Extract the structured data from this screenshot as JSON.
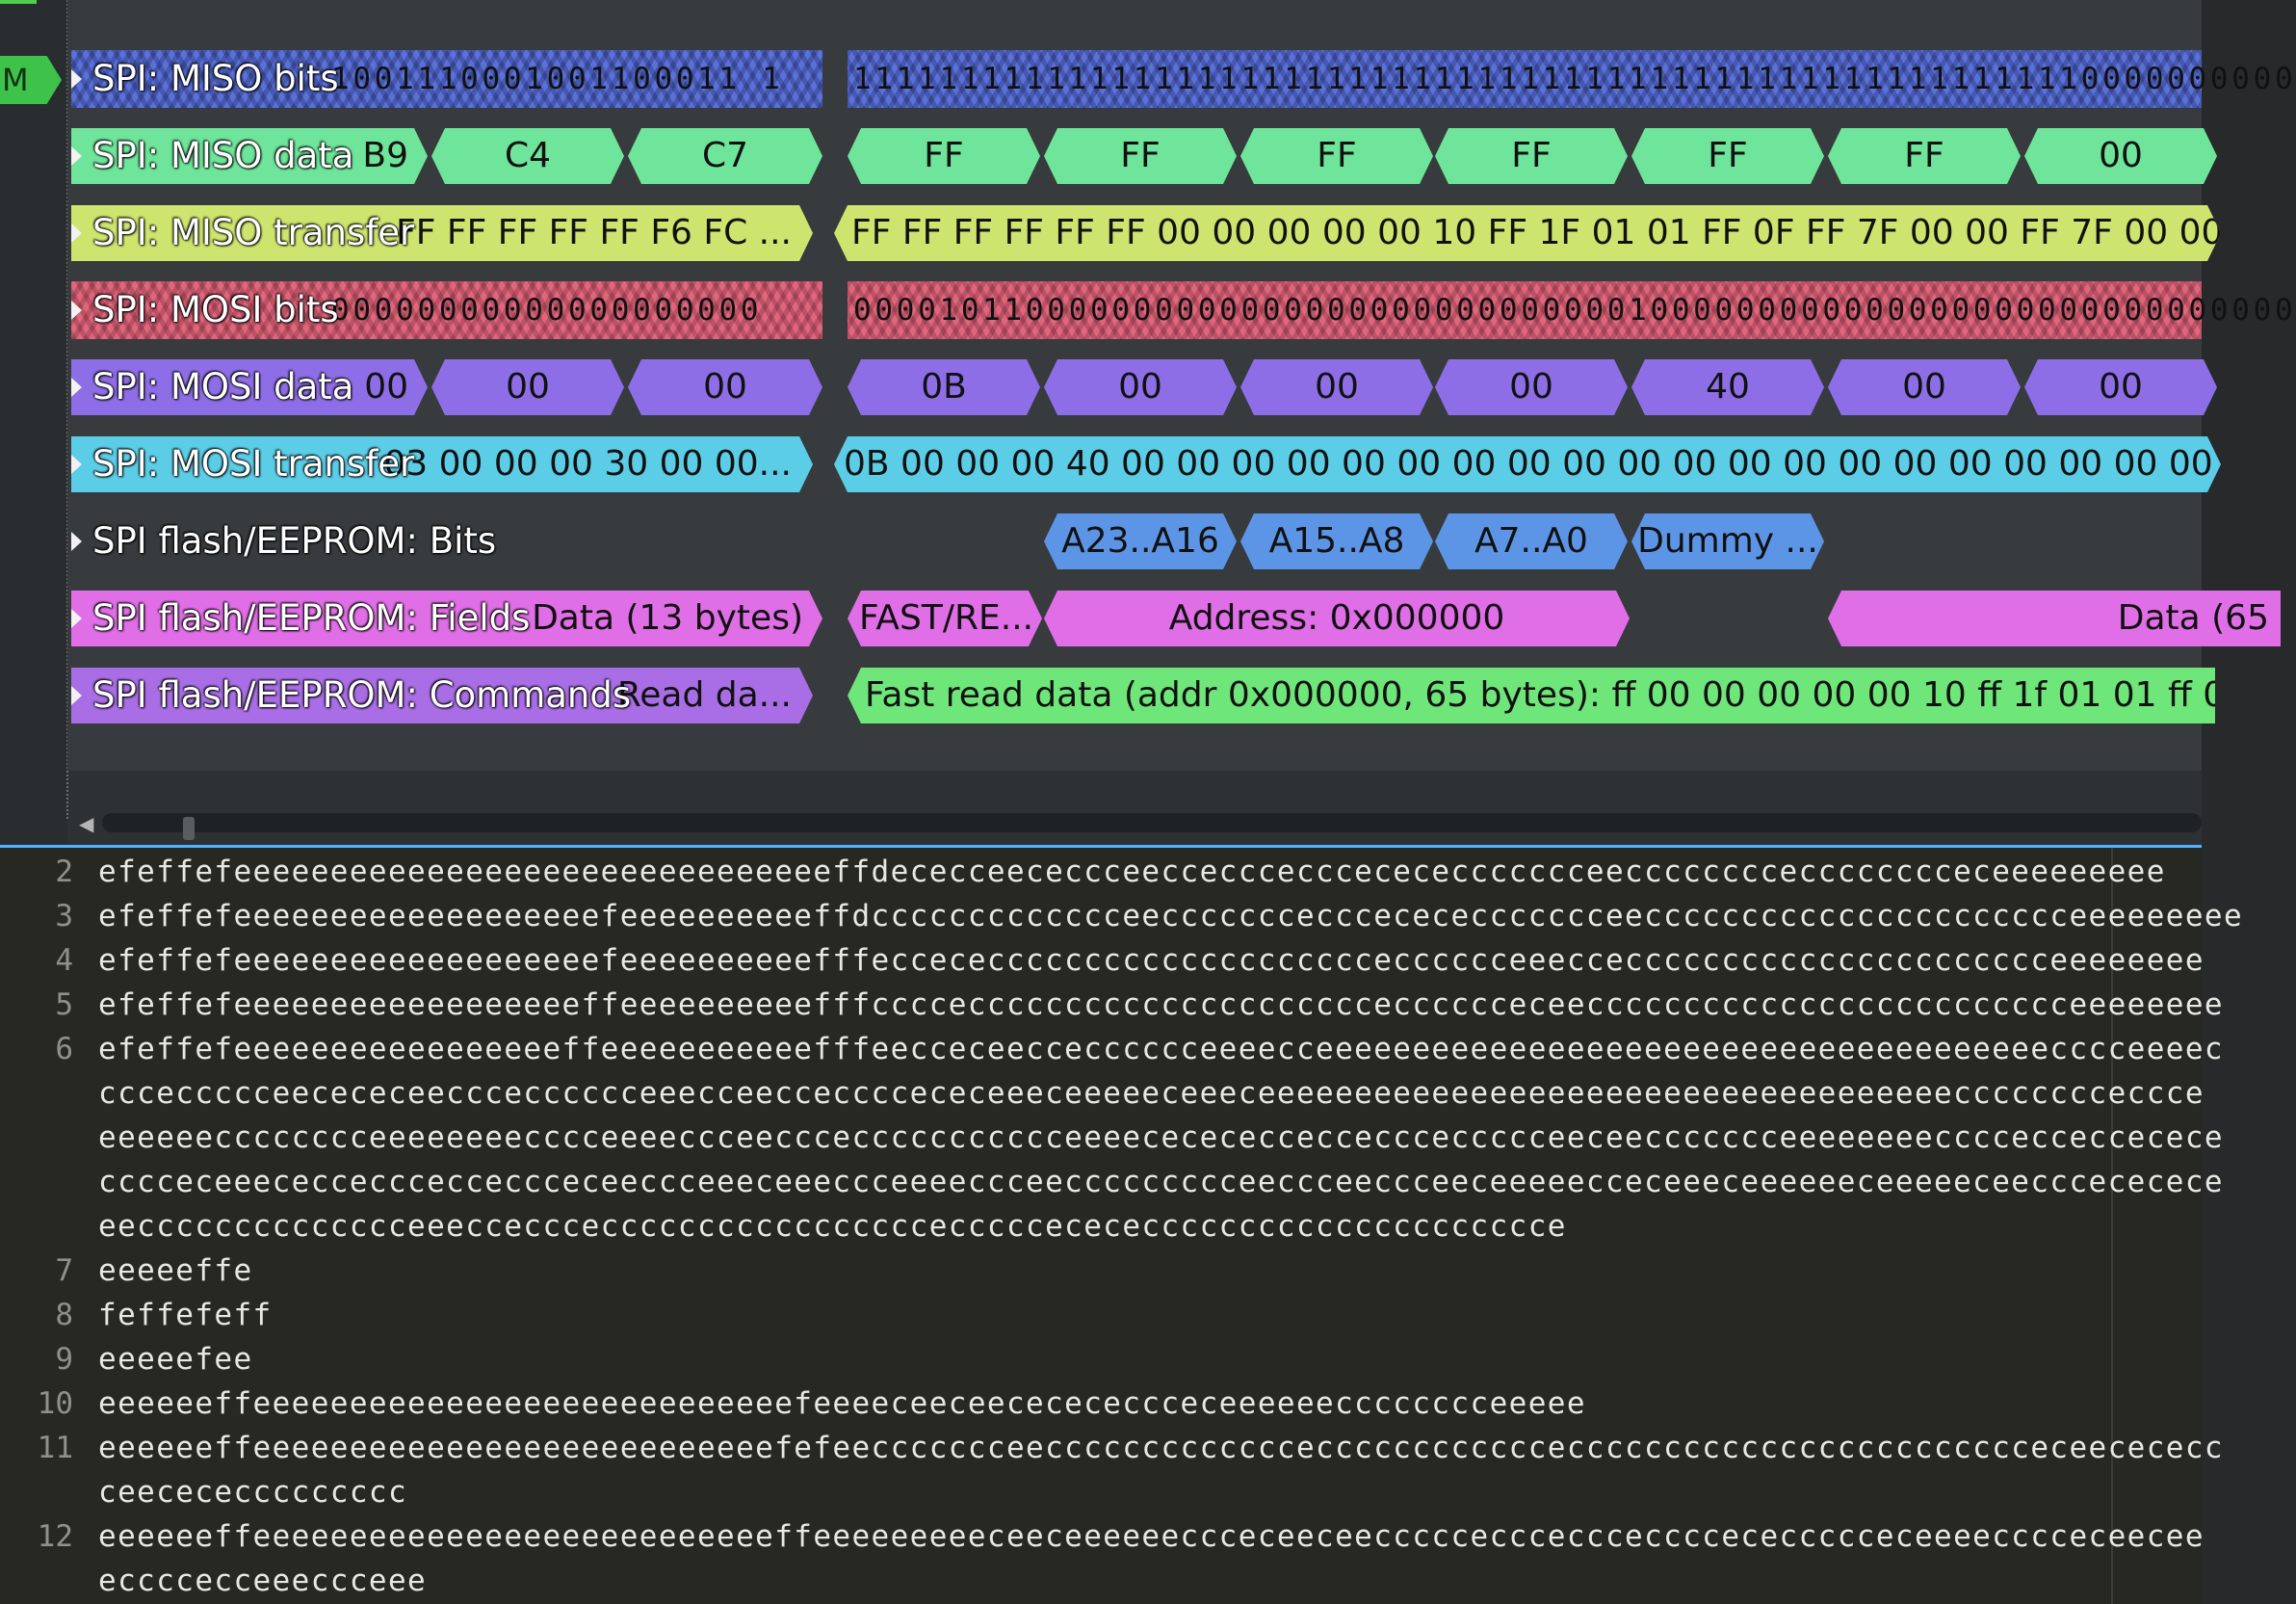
{
  "timeline": {
    "marker_label": "M",
    "rows": [
      {
        "id": "miso-bits",
        "label": "SPI: MISO bits",
        "color": "#5a71d8",
        "kind": "bits",
        "bit_groups": [
          "1001110001001100011 1",
          "1111111111111111111111111111111111111111111111111111111110000000000"
        ]
      },
      {
        "id": "miso-data",
        "label": "SPI: MISO data",
        "color": "#6ee59a",
        "kind": "segments",
        "segments": [
          "B9",
          "C4",
          "C7",
          "FF",
          "FF",
          "FF",
          "FF",
          "FF",
          "FF",
          "00"
        ]
      },
      {
        "id": "miso-transfer",
        "label": "SPI: MISO transfer",
        "color": "#cde56e",
        "kind": "segments",
        "segments": [
          "FF FF FF FF FF F6 FC ...",
          "FF FF FF FF FF FF 00 00 00 00 00 10 FF 1F 01 01 FF 0F FF 7F 00 00 FF 7F 00 00 FF 7"
        ]
      },
      {
        "id": "mosi-bits",
        "label": "SPI: MOSI bits",
        "color": "#e0667c",
        "kind": "bits",
        "bit_groups": [
          "00000000000000000000",
          "0000101100000000000000000000000000001000000000000000000000000000000"
        ]
      },
      {
        "id": "mosi-data",
        "label": "SPI: MOSI data",
        "color": "#8e6ee6",
        "kind": "segments",
        "segments": [
          "00",
          "00",
          "00",
          "0B",
          "00",
          "00",
          "00",
          "40",
          "00",
          "00"
        ]
      },
      {
        "id": "mosi-transfer",
        "label": "SPI: MOSI transfer",
        "color": "#5ccde6",
        "kind": "segments",
        "segments": [
          "03 00 00 00 30 00 00...",
          "0B 00 00 00 40 00 00 00 00 00 00 00 00 00 00 00 00 00 00 00 00 00 00 00 00 00 00 00 00 0"
        ]
      },
      {
        "id": "flash-bits",
        "label": "SPI flash/EEPROM: Bits",
        "color": "#5c95e6",
        "kind": "segments",
        "segments": [
          "A23..A16",
          "A15..A8",
          "A7..A0",
          "Dummy ..."
        ]
      },
      {
        "id": "flash-fields",
        "label": "SPI flash/EEPROM: Fields",
        "color": "#e06ee6",
        "kind": "segments",
        "segments": [
          "Data (13 bytes)",
          "FAST/RE...",
          "Address: 0x000000",
          "Data (65"
        ]
      },
      {
        "id": "flash-commands",
        "label": "SPI flash/EEPROM: Commands",
        "color_a": "#a96ee6",
        "color_b": "#6ee67a",
        "kind": "segments",
        "segments": [
          "Read da...",
          "Fast read data (addr 0x000000, 65 bytes): ff 00 00 00 00 00 10 ff 1f 01 01 ff 0f ff"
        ]
      }
    ]
  },
  "editor": {
    "lines": [
      {
        "num": "2",
        "text": "efeffefeeeeeeeeeeeeeeeeeeeeeeeeeeeeeeeffdececceececcceeccecccecccecececcccccceeccccccccecccccccceceeeeeeeee"
      },
      {
        "num": "3",
        "text": "efeffefeeeeeeeeeeeeeeeeeeefeeeeeeeeeeffdccccccccccccceecccccccecccecececcccccceecccccccccccccccccccccceeeeeeeee"
      },
      {
        "num": "4",
        "text": "efeffefeeeeeeeeeeeeeeeeeeefeeeeeeeeeefffeccececcccccccccccccccccccecccccceeeccecccccccccccccccccccccceeeeeeee"
      },
      {
        "num": "5",
        "text": "efeffefeeeeeeeeeeeeeeeeeeffeeeeeeeeeefffccccecccccccccccccccccccccecccccceceeccccccccccccccccccccccccceeeeeeee"
      },
      {
        "num": "6",
        "text": "efeffefeeeeeeeeeeeeeeeeeffeeeeeeeeeeefffeecceceeccecccccceeeecceeeeeeeeeeeeeeeeeeeeeeeeeeeeeeeeeeeeeecccceeeec"
      },
      {
        "num": "",
        "text": "ccceccccceecececeecccecccccceeecceecceccccececeeeceeeeeceeeceeeeeeeeeeeeeeeeeeeeeeeeeeeeeeeeeeeecccccccceccce"
      },
      {
        "num": "",
        "text": "eeeeeecccccccceeeeeeeecccceeeeccceeccceccccccccccceeeececececcecceccceccccceeceeccccccceeeeeeeeccccecceccecece"
      },
      {
        "num": "",
        "text": "cccceceeececcecccecceccceceeccceeeceeeccceeeeccceeccccccccceeccceeccceeceeeeecceceeeceeeeeeceeeeeceecccececece"
      },
      {
        "num": "",
        "text": "eecccccccccccccceeeccecccecccccccccccccccccecccccecececcccccccccccccccccccce"
      },
      {
        "num": "7",
        "text": "eeeeeffe"
      },
      {
        "num": "8",
        "text": "feffefeff"
      },
      {
        "num": "9",
        "text": "eeeeefee"
      },
      {
        "num": "10",
        "text": "eeeeeeffeeeeeeeeeeeeeeeeeeeeeeeeeeeefeeeeceeceececececcceceeeeeecccccccceeeee"
      },
      {
        "num": "11",
        "text": "eeeeeeffeeeeeeeeeeeeeeeeeeeeeeeeeeefefeeccccccceeccccccccccccceccccccccccccecccccccccccccccccccccccceceecececc"
      },
      {
        "num": "",
        "text": "ceecececcccccccc"
      },
      {
        "num": "12",
        "text": "eeeeeeffeeeeeeeeeeeeeeeeeeeeeeeeeeeffeeeeeeeeeceeceeeeeeccceceeceeccccceccceccceccccececcccceceeeecccceceecee"
      },
      {
        "num": "",
        "text": "eccccecceeeccceee"
      }
    ]
  }
}
